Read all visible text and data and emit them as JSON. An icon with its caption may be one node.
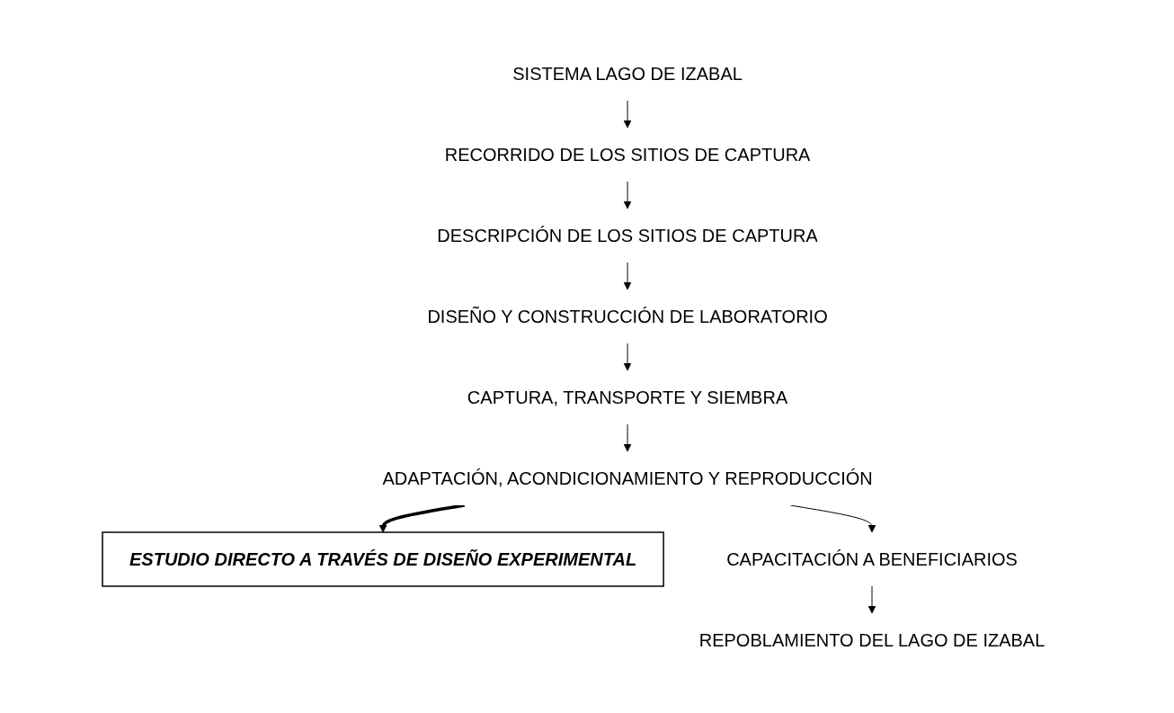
{
  "diagram": {
    "nodes": [
      {
        "text": [
          "SISTEMA LAGO DE IZABAL"
        ]
      },
      {
        "text": [
          "RECORRIDO DE LOS SITIOS DE CAPTURA"
        ]
      },
      {
        "text": [
          "DESCRIPCIÓN DE LOS SITIOS DE CAPTURA"
        ]
      },
      {
        "text": [
          "DISEÑO Y CONSTRUCCIÓN DE LABORATORIO"
        ]
      },
      {
        "text": [
          "CAPTURA, TRANSPORTE Y SIEMBRA"
        ]
      },
      {
        "text": [
          "ADAPTACIÓN, ACONDICIONAMIENTO Y REPRODUCCIÓN"
        ]
      },
      {
        "text": [
          "ESTUDIO DIRECTO A TRAVÉS DE DISEÑO EXPERIMENTAL"
        ]
      },
      {
        "text": [
          "CAPACITACIÓN A BENEFICIARIOS"
        ]
      },
      {
        "text": [
          "REPOBLAMIENTO DEL LAGO DE IZABAL"
        ]
      }
    ],
    "edges": [
      {
        "from": 0,
        "to": 1,
        "arrow": "to"
      },
      {
        "from": 1,
        "to": 2,
        "arrow": "to"
      },
      {
        "from": 2,
        "to": 3,
        "arrow": "to"
      },
      {
        "from": 3,
        "to": 4,
        "arrow": "to"
      },
      {
        "from": 4,
        "to": 5,
        "arrow": "to"
      },
      {
        "from": 5,
        "to": 6,
        "arrow": "to",
        "style": "thick"
      },
      {
        "from": 5,
        "to": 7,
        "arrow": "to"
      },
      {
        "from": 7,
        "to": 8,
        "arrow": "to"
      }
    ]
  }
}
